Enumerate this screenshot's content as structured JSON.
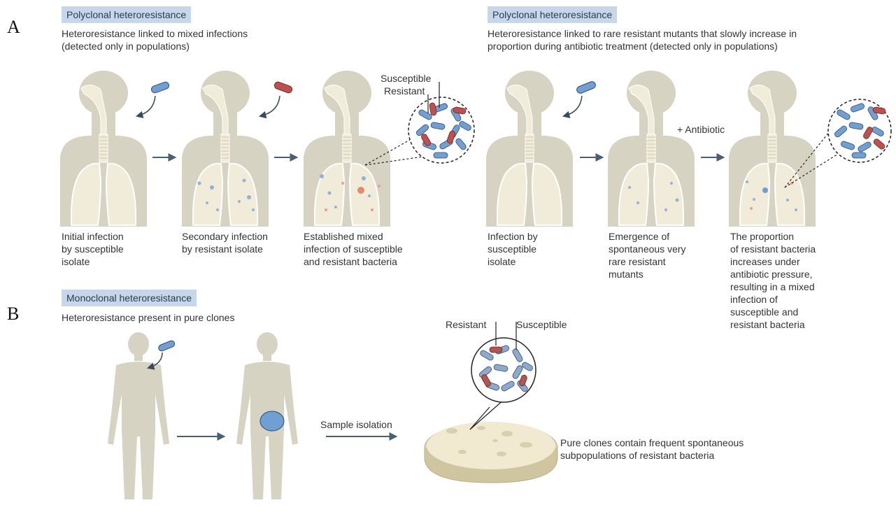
{
  "panel_a": {
    "letter": "A",
    "left": {
      "badge": "Polyclonal heteroresistance",
      "description_line1": "Heteroresistance linked to mixed infections",
      "description_line2": "(detected only in populations)",
      "captions": [
        [
          "Initial infection",
          "by susceptible",
          "isolate"
        ],
        [
          "Secondary infection",
          "by resistant isolate"
        ],
        [
          "Established mixed",
          "infection of susceptible",
          "and resistant bacteria"
        ]
      ],
      "label_susceptible": "Susceptible",
      "label_resistant": "Resistant"
    },
    "right": {
      "badge": "Polyclonal heteroresistance",
      "description_line1": "Heteroresistance linked to rare resistant mutants that slowly increase in",
      "description_line2": "proportion during antibiotic treatment (detected only in populations)",
      "antibiotic_label": "+ Antibiotic",
      "captions": [
        [
          "Infection by",
          "susceptible",
          "isolate"
        ],
        [
          "Emergence of",
          "spontaneous very",
          "rare resistant",
          "mutants"
        ],
        [
          "The proportion",
          "of resistant bacteria",
          "increases under",
          "antibiotic pressure,",
          "resulting in a mixed",
          "infection of",
          "susceptible and",
          "resistant bacteria"
        ]
      ]
    }
  },
  "panel_b": {
    "letter": "B",
    "badge": "Monoclonal heteroresistance",
    "description": "Heteroresistance present in pure clones",
    "sample_label": "Sample isolation",
    "label_resistant": "Resistant",
    "label_susceptible": "Susceptible",
    "plate_caption_line1": "Pure clones contain frequent spontaneous",
    "plate_caption_line2": "subpopulations of resistant bacteria"
  },
  "colors": {
    "badge_bg": "#c6d7ea",
    "body_fill": "#d7d3c2",
    "lung_fill": "#f1ecd9",
    "susceptible_blue": "#6f9fd3",
    "resistant_red": "#c0504d",
    "arrow": "#4a6070"
  }
}
